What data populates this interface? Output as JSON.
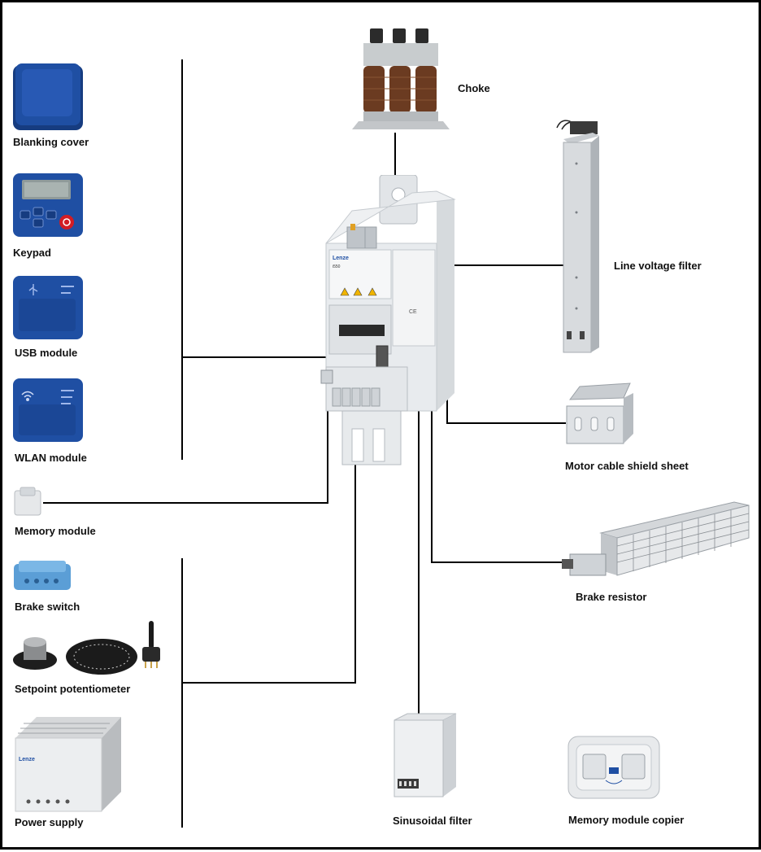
{
  "labels": {
    "choke": "Choke",
    "blanking_cover": "Blanking cover",
    "keypad": "Keypad",
    "usb_module": "USB module",
    "wlan_module": "WLAN module",
    "memory_module": "Memory module",
    "brake_switch": "Brake switch",
    "setpoint_potentiometer": "Setpoint potentiometer",
    "power_supply": "Power supply",
    "line_voltage_filter": "Line voltage filter",
    "motor_cable_shield_sheet": "Motor cable shield sheet",
    "brake_resistor": "Brake resistor",
    "sinusoidal_filter": "Sinusoidal filter",
    "memory_module_copier": "Memory module copier"
  },
  "device_text": {
    "brand": "Lenze",
    "model": "i550",
    "ce_mark": "CE"
  },
  "colors": {
    "module_blue": "#1f4fa3",
    "module_blue_dark": "#163c80",
    "line": "#000000",
    "device_body": "#e8ebee",
    "device_shade": "#c9ced3"
  },
  "icons": [
    "wifi-icon",
    "usb-icon",
    "power-button-icon"
  ]
}
